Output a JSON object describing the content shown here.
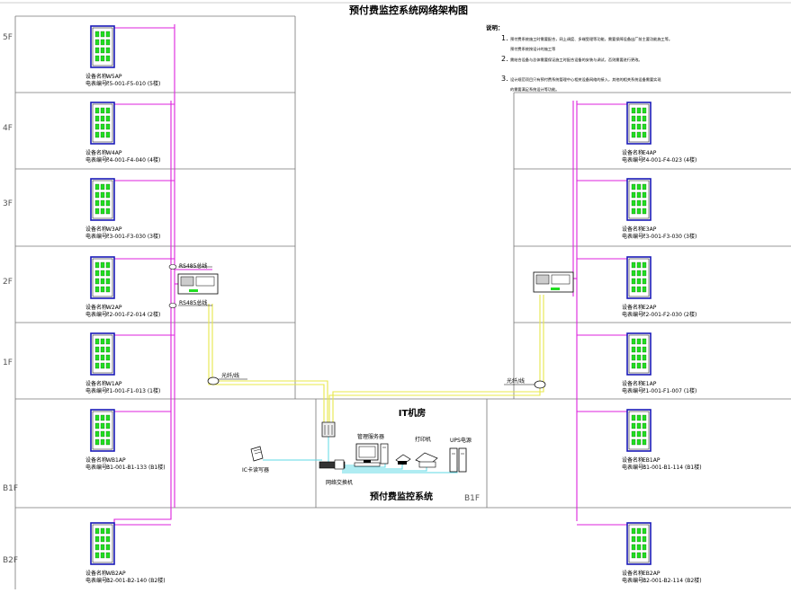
{
  "title": "预付费监控系统网络架构图",
  "notes": {
    "heading": "说明：",
    "items": [
      {
        "num": "1.",
        "lines": [
          "预付费系统施工时需要配合，网上调度、多端受理等功能，需要保障设备出厂前主要功能施工等。",
          "预付费系统按设计的施工等"
        ]
      },
      {
        "num": "2.",
        "lines": [
          "需结合设备与总体需要保证施工时配合设备的安装与调试，否则需要进行更改。"
        ]
      },
      {
        "num": "3.",
        "lines": [
          "设计规范项目只有预付费系统管理中心相关设备网络的接入，其他的相关系统设备需要实现",
          "的需要满足系统设计等功能。"
        ]
      }
    ]
  },
  "floors": [
    "5F",
    "4F",
    "3F",
    "2F",
    "1F",
    "B1F",
    "B2F"
  ],
  "west_meters": [
    {
      "name": "W5AP",
      "code": "F5-001-F5-010 (5楼)"
    },
    {
      "name": "W4AP",
      "code": "F4-001-F4-040 (4楼)"
    },
    {
      "name": "W3AP",
      "code": "F3-001-F3-030 (3楼)"
    },
    {
      "name": "W2AP",
      "code": "F2-001-F2-014 (2楼)"
    },
    {
      "name": "W1AP",
      "code": "F1-001-F1-013 (1楼)"
    },
    {
      "name": "WB1AP",
      "code": "B1-001-B1-133 (B1楼)"
    },
    {
      "name": "WB2AP",
      "code": "B2-001-B2-140 (B2楼)"
    }
  ],
  "east_meters": [
    {
      "name": "E4AP",
      "code": "F4-001-F4-023 (4楼)"
    },
    {
      "name": "E3AP",
      "code": "F3-001-F3-030 (3楼)"
    },
    {
      "name": "E2AP",
      "code": "F2-001-F2-030 (2楼)"
    },
    {
      "name": "E1AP",
      "code": "F1-001-F1-007 (1楼)"
    },
    {
      "name": "EB1AP",
      "code": "B1-001-B1-114 (B1楼)"
    },
    {
      "name": "EB2AP",
      "code": "B2-001-B2-114 (B2楼)"
    }
  ],
  "meter_prefix": {
    "name": "设备名称",
    "code": "电表编号："
  },
  "bus_labels": {
    "rs485_upper": "RS485总线",
    "rs485_lower": "RS485总线",
    "fiber_left": "光纤/线",
    "fiber_right": "光纤/线"
  },
  "it_room": {
    "title": "IT机房",
    "system_name": "预付费监控系统",
    "floor": "B1F",
    "ups": "UPS电源",
    "server": "管理服务器",
    "printer": "打印机",
    "switch": "网络交换机",
    "card_reader": "IC卡读写器"
  },
  "colors": {
    "rs485": "#dd22dd",
    "fiber": "#e8e84a",
    "lan": "#5fd8e6",
    "meter_green": "#22dd22",
    "meter_frame": "#1a1ab8"
  }
}
